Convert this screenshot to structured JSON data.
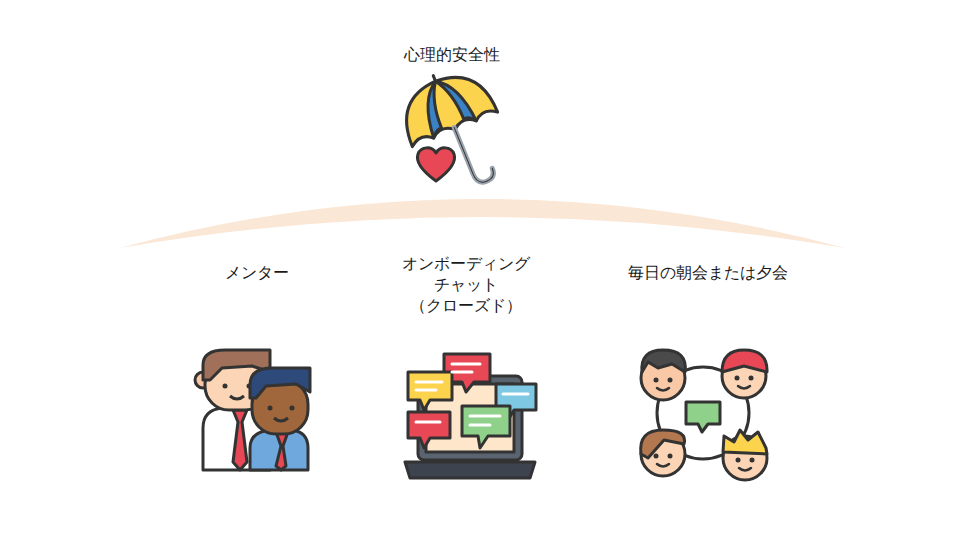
{
  "diagram": {
    "title": "心理的安全性",
    "labels": [
      "メンター",
      "オンボーディング チャット （クローズド）",
      "毎日の朝会または夕会"
    ]
  }
}
